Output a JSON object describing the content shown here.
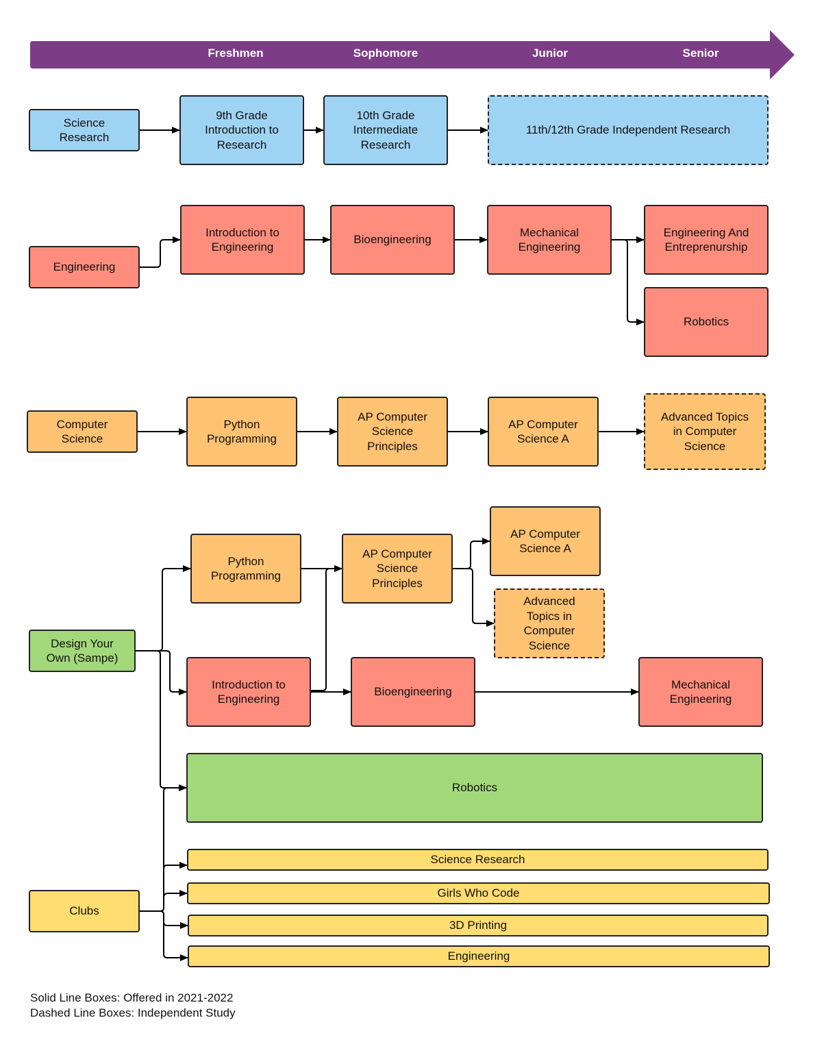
{
  "colors": {
    "timeline": "#7d3d86",
    "science_research": "#9fd3f3",
    "engineering": "#fe8d7d",
    "computer_science": "#fec273",
    "design_your_own": "#a3d87a",
    "clubs": "#ffdd70",
    "connector": "#000000"
  },
  "timeline": {
    "labels": [
      "Freshmen",
      "Sophomore",
      "Junior",
      "Senior"
    ]
  },
  "tracks": {
    "science_research": {
      "start": "Science\nResearch",
      "nodes": [
        "9th Grade\nIntroduction to\nResearch",
        "10th Grade\nIntermediate\nResearch",
        "11th/12th Grade Independent Research"
      ]
    },
    "engineering": {
      "start": "Engineering",
      "nodes": [
        "Introduction to\nEngineering",
        "Bioengineering",
        "Mechanical\nEngineering",
        "Engineering And\nEntreprenurship",
        "Robotics"
      ]
    },
    "computer_science": {
      "start": "Computer\nScience",
      "nodes": [
        "Python\nProgramming",
        "AP Computer\nScience\nPrinciples",
        "AP Computer\nScience A",
        "Advanced Topics\nin Computer\nScience"
      ]
    },
    "design_your_own": {
      "start": "Design Your\nOwn (Sampe)",
      "nodes": [
        "Python\nProgramming",
        "AP Computer\nScience\nPrinciples",
        "AP Computer\nScience A",
        "Advanced\nTopics in\nComputer\nScience",
        "Introduction to\nEngineering",
        "Bioengineering",
        "Mechanical\nEngineering",
        "Robotics"
      ]
    },
    "clubs": {
      "start": "Clubs",
      "nodes": [
        "Science Research",
        "Girls Who Code",
        "3D Printing",
        "Engineering"
      ]
    }
  },
  "legend": {
    "solid": "Solid Line Boxes: Offered in 2021-2022",
    "dashed": "Dashed Line Boxes: Independent Study"
  }
}
